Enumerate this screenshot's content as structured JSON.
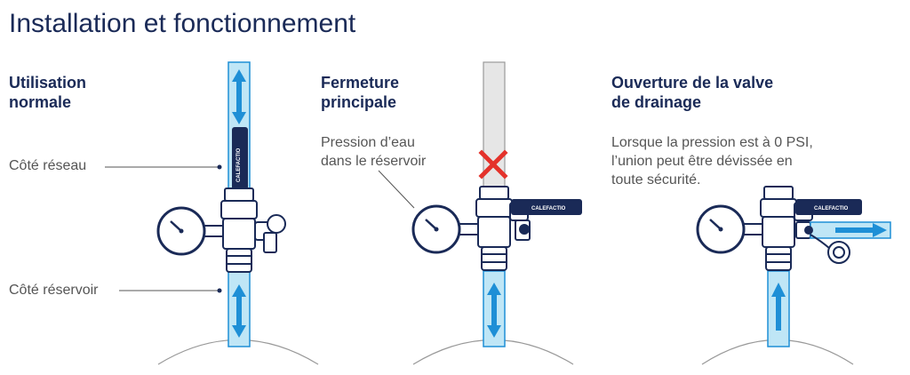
{
  "title": "Installation et fonctionnement",
  "panels": [
    {
      "heading": [
        "Utilisation",
        "normale"
      ],
      "side_top": "Côté réseau",
      "side_bottom": "Côté réservoir"
    },
    {
      "heading": [
        "Fermeture",
        "principale"
      ],
      "note": [
        "Pression d’eau",
        "dans le réservoir"
      ]
    },
    {
      "heading": [
        "Ouverture de la valve",
        "de drainage"
      ],
      "note": [
        "Lorsque la pression est à 0 PSI,",
        "l’union peut être dévissée en",
        "toute sécurité."
      ]
    }
  ],
  "brand": "CALEFACTIO",
  "colors": {
    "navy": "#1a2a57",
    "water": "#bfe6f6",
    "arrow": "#1e8fd6",
    "pipe_empty": "#e6e6e6",
    "stop": "#e4322b"
  }
}
